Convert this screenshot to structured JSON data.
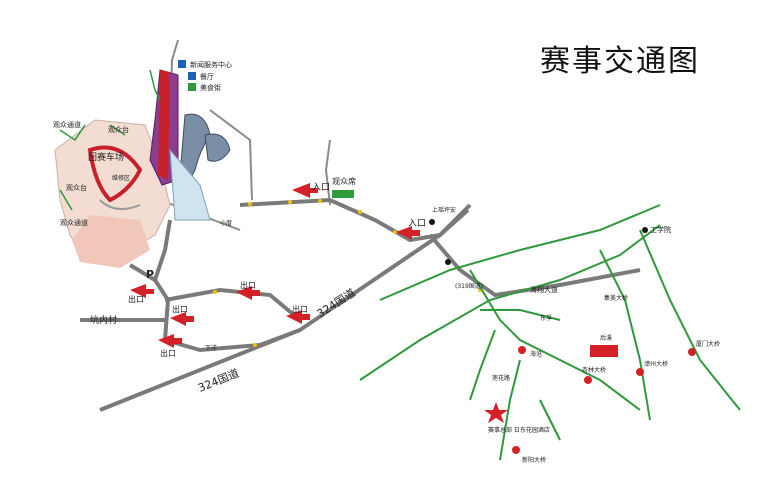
{
  "title": "赛事交通图",
  "legend": {
    "media_center": "新闻服务中心",
    "restaurant": "餐厅",
    "food_street": "美食街"
  },
  "roads": {
    "g324_upper": "324国道",
    "g324_lower": "324国道",
    "kengnei": "坑内村",
    "haixiang": "海翔大道",
    "road_319": "(319国道)",
    "shangzhen": "上瑶坪安",
    "xiaxiang": "下洋",
    "lianhua": "莲花路",
    "xiaocuo": "小厝"
  },
  "places": {
    "track": "回赛车场",
    "pit": "维修区",
    "gongxueyuan": "工学院",
    "hq": "赛事总部\n日东花园酒店",
    "zhangzhou_bridge": "漳州大桥",
    "xinyang_bridge": "新阳大桥",
    "xinglin_bridge": "杏林大桥",
    "jimei_bridge": "集美大桥",
    "xiamen_bridge": "厦门大桥",
    "haicang": "海沧",
    "dongfu": "东孚",
    "tiaosong": "后溪"
  },
  "labels": {
    "entrance_1": "入口",
    "entrance_2": "入口",
    "exit_1": "出口",
    "exit_2": "出口",
    "exit_3": "出口",
    "exit_4": "出口",
    "exit_5": "出口",
    "parking": "P",
    "grandstand": "观众席",
    "area_a": "观众通道",
    "area_b": "观众台",
    "area_c": "观众台",
    "area_d": "观众通道"
  },
  "colors": {
    "road_main": "#7a7a7a",
    "road_green": "#2e9a3a",
    "track_red": "#c8202a",
    "lake_blue": "#7a8fa6",
    "arrow_red": "#d42027"
  }
}
